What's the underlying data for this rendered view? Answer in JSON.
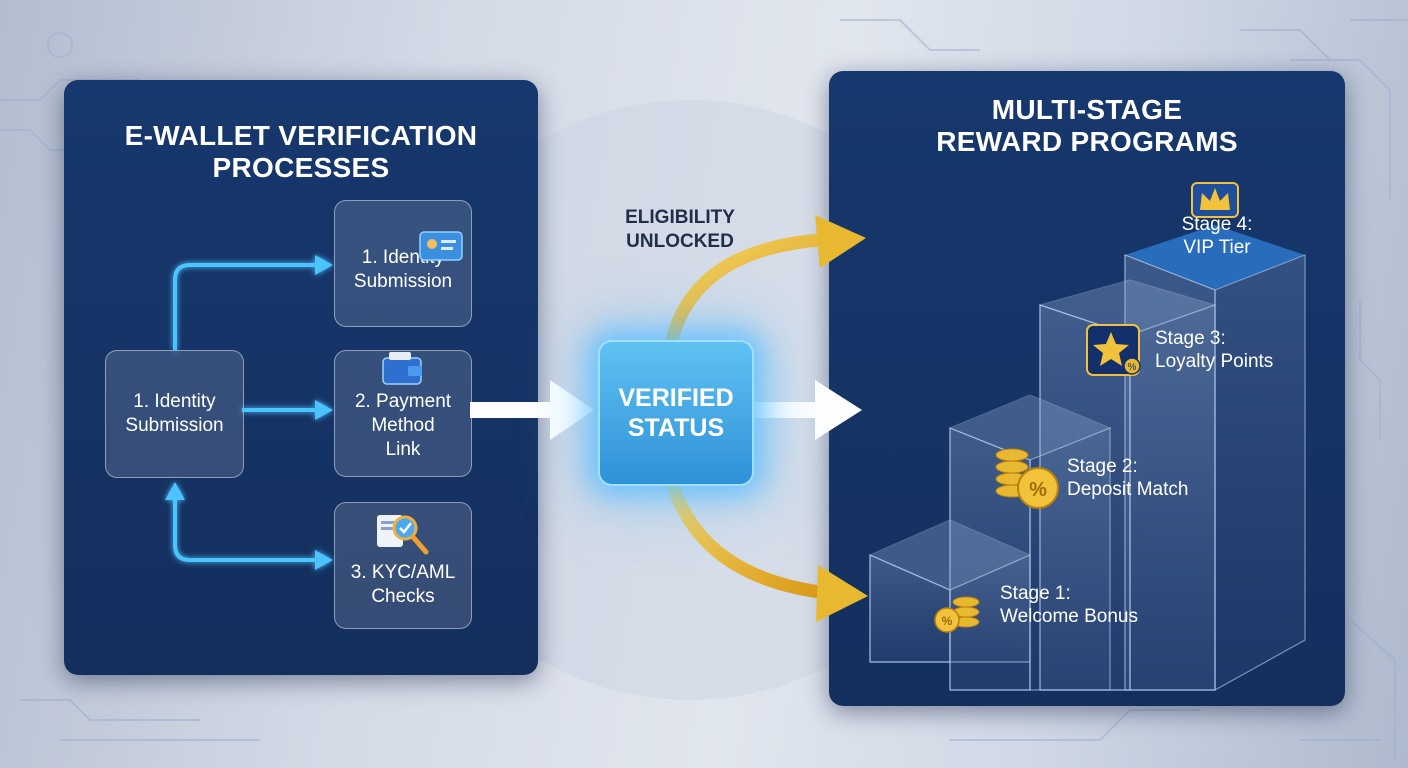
{
  "left_panel": {
    "title_line1": "E-WALLET VERIFICATION",
    "title_line2": "PROCESSES",
    "main_box": {
      "line1": "1. Identity",
      "line2": "Submission"
    },
    "steps": [
      {
        "line1": "1. Identity",
        "line2": "Submission",
        "icon": "id-card-icon"
      },
      {
        "line1": "2. Payment",
        "line2": "Method",
        "line3": "Link",
        "icon": "wallet-icon"
      },
      {
        "line1": "3. KYC/AML",
        "line2": "Checks",
        "icon": "magnifier-check-icon"
      }
    ]
  },
  "center": {
    "eligibility_line1": "ELIGIBILITY",
    "eligibility_line2": "UNLOCKED",
    "verified_line1": "VERIFIED",
    "verified_line2": "STATUS"
  },
  "right_panel": {
    "title_line1": "MULTI-STAGE",
    "title_line2": "REWARD PROGRAMS",
    "stages": [
      {
        "line1": "Stage 1:",
        "line2": "Welcome Bonus",
        "icon": "coin-stack-icon"
      },
      {
        "line1": "Stage 2:",
        "line2": "Deposit Match",
        "icon": "percent-coins-icon"
      },
      {
        "line1": "Stage 3:",
        "line2": "Loyalty Points",
        "icon": "star-badge-icon"
      },
      {
        "line1": "Stage 4:",
        "line2": "VIP Tier",
        "icon": "crown-icon"
      }
    ]
  },
  "colors": {
    "panel": "#163466",
    "arrow_blue": "#4cc3ff",
    "arrow_gold": "#e8b830",
    "verified": "#3ea6e6"
  }
}
